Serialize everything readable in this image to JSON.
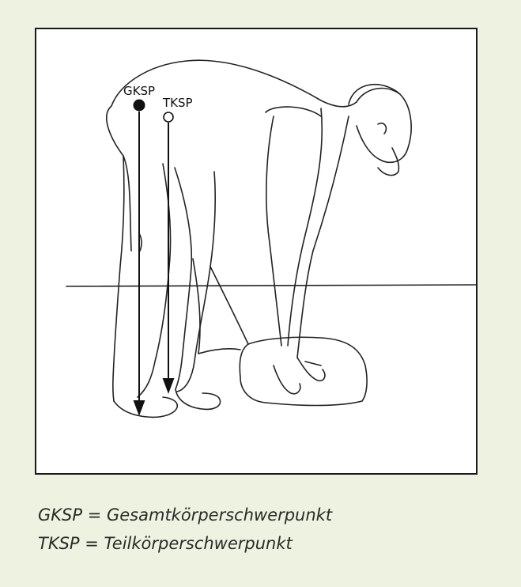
{
  "figure": {
    "labels": {
      "gksp": "GKSP",
      "tksp": "TKSP"
    },
    "markers": {
      "gksp_marker": "filled-circle",
      "tksp_marker": "open-circle"
    },
    "colors": {
      "background": "#eef2e0",
      "frame": "#1a1a1a",
      "line_art": "#222222"
    }
  },
  "legend": {
    "line1": "GKSP = Gesamtkörperschwerpunkt",
    "line2": "TKSP = Teilkörperschwerpunkt"
  }
}
